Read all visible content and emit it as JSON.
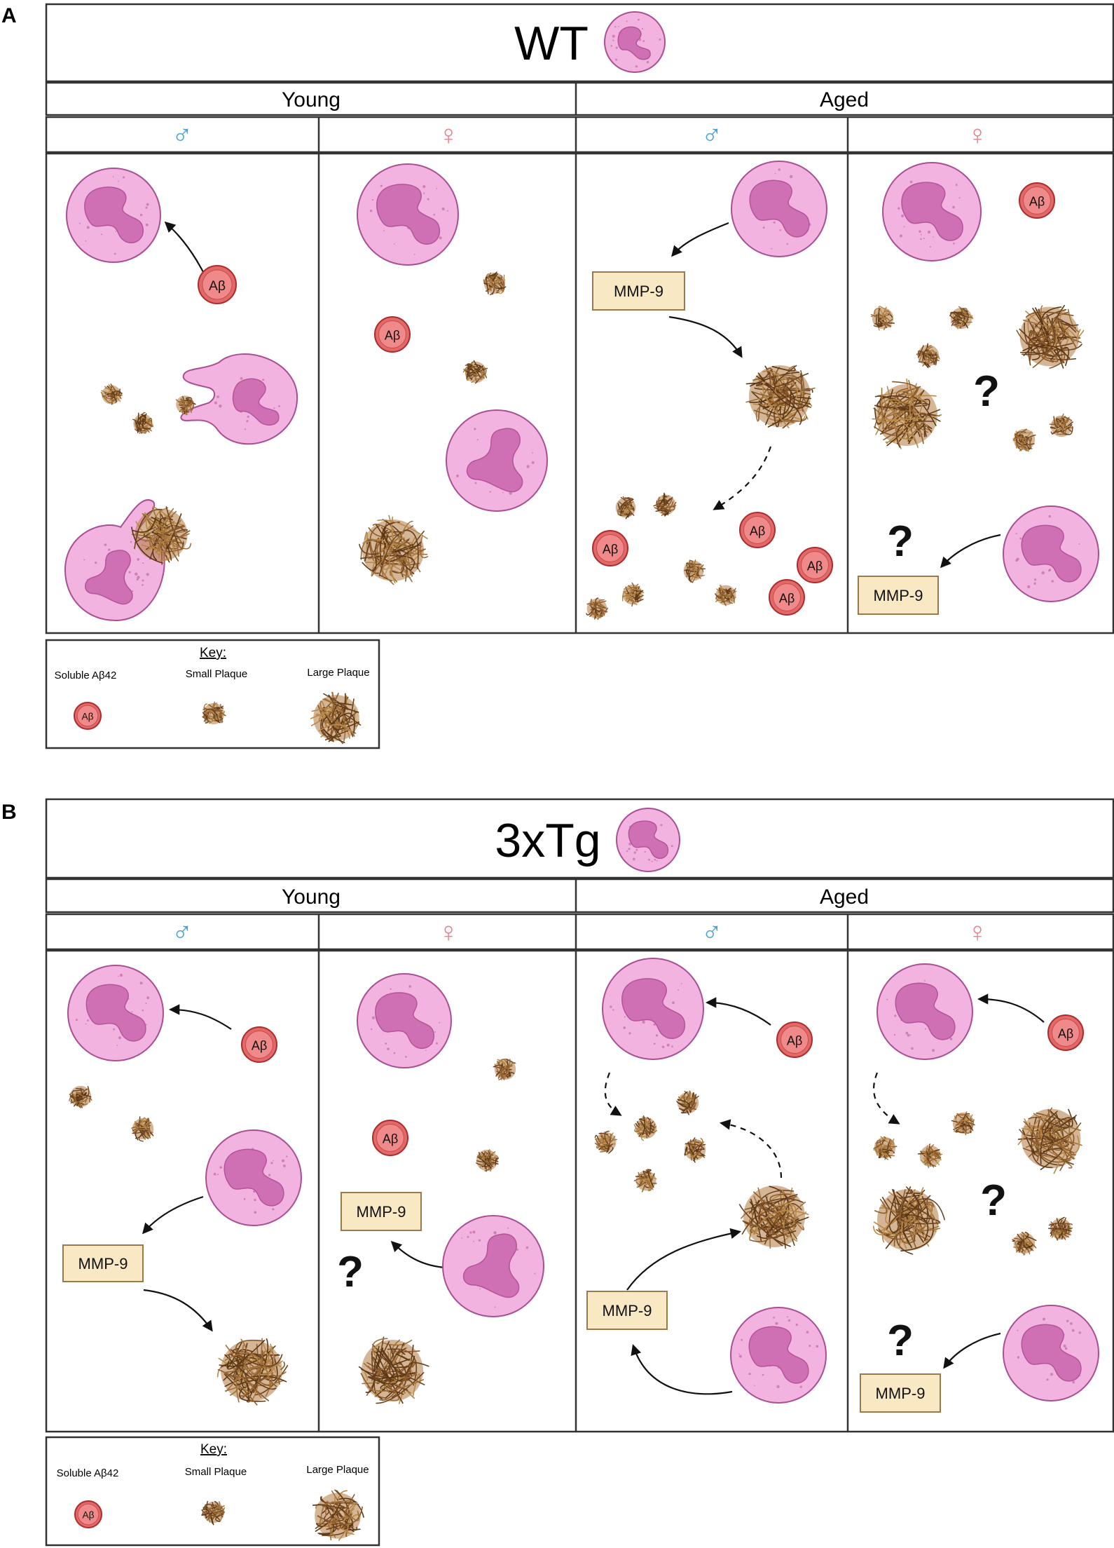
{
  "panels": [
    {
      "id": "A",
      "letter": "A",
      "genotype": "WT",
      "age_groups": [
        "Young",
        "Aged"
      ],
      "sex_symbols": [
        "♂",
        "♀",
        "♂",
        "♀"
      ],
      "key": {
        "title": "Key:",
        "items": [
          "Soluble Aβ42",
          "Small Plaque",
          "Large Plaque"
        ],
        "ab_label": "Aβ"
      }
    },
    {
      "id": "B",
      "letter": "B",
      "genotype": "3xTg",
      "age_groups": [
        "Young",
        "Aged"
      ],
      "sex_symbols": [
        "♂",
        "♀",
        "♂",
        "♀"
      ],
      "key": {
        "title": "Key:",
        "items": [
          "Soluble Aβ42",
          "Small Plaque",
          "Large Plaque"
        ],
        "ab_label": "Aβ"
      }
    }
  ],
  "labels": {
    "ab": "Aβ",
    "mmp": "MMP-9",
    "unknown": "?"
  },
  "colors": {
    "male": "#4aa3d6",
    "female": "#e8838f",
    "cell_fill": "#f2b3e0",
    "cell_edge": "#a84f93",
    "nucleus": "#cf6fb4",
    "ab_fill": "#e06a6a",
    "ab_edge": "#b02a2a",
    "plaque": "#8a5a2b",
    "mmp_fill": "#f9e8c4",
    "mmp_edge": "#9a7a4a"
  }
}
